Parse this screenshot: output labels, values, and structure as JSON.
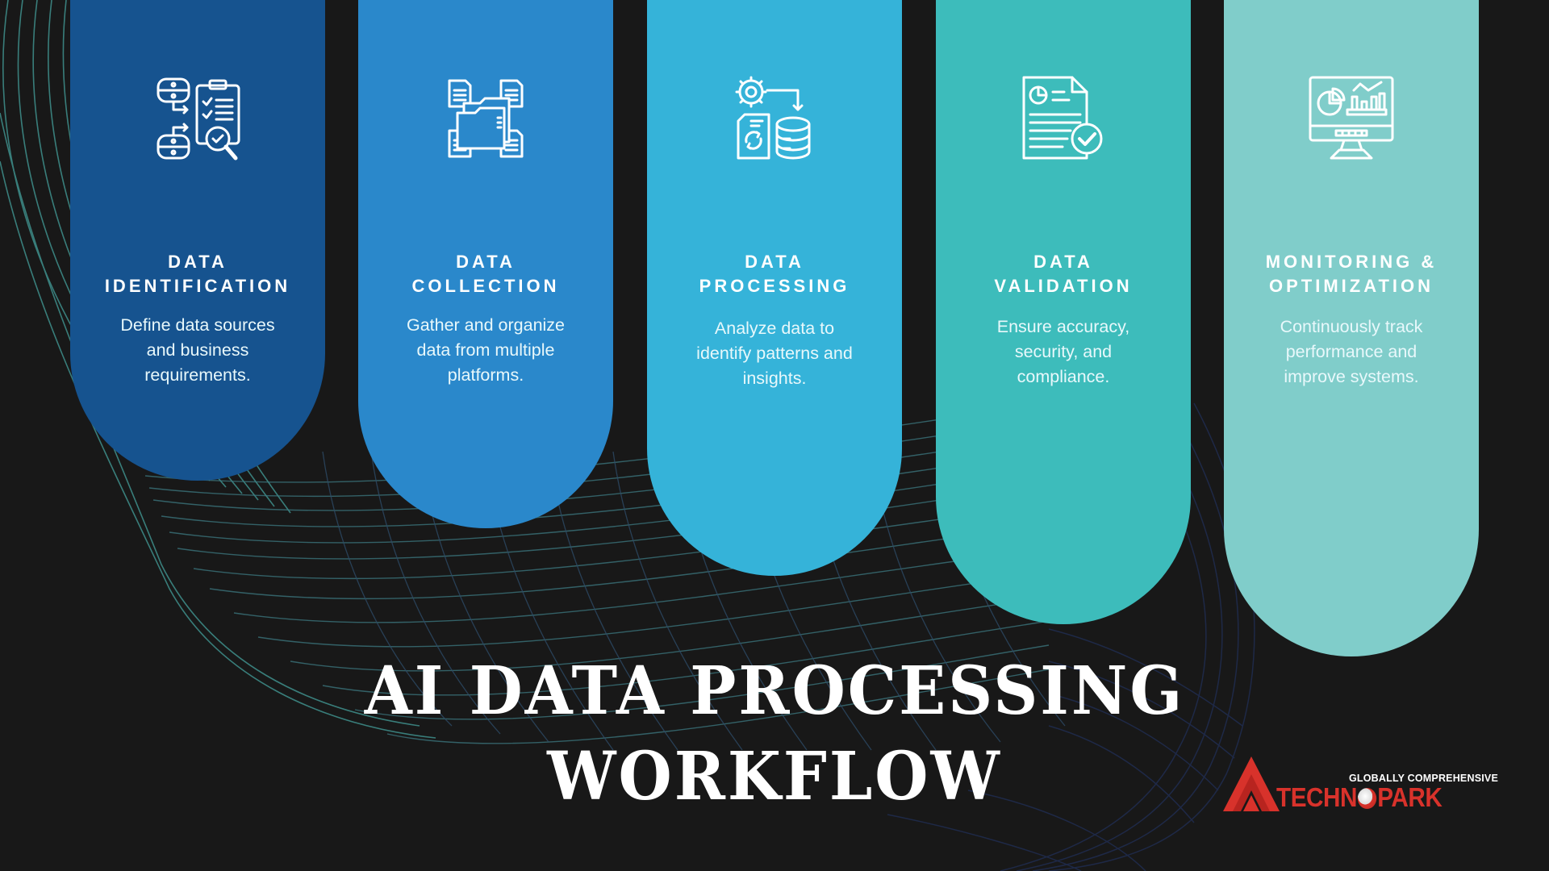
{
  "title": {
    "line1": "AI DATA PROCESSING",
    "line2": "WORKFLOW"
  },
  "columns": [
    {
      "icon": "database-checklist-search-icon",
      "color": "#16538f",
      "heading": [
        "DATA",
        "IDENTIFICATION"
      ],
      "description": [
        "Define data sources",
        "and business",
        "requirements."
      ]
    },
    {
      "icon": "folder-documents-network-icon",
      "color": "#2a88cb",
      "heading": [
        "DATA",
        "COLLECTION"
      ],
      "description": [
        "Gather and organize",
        "data from multiple",
        "platforms."
      ]
    },
    {
      "icon": "gear-document-database-icon",
      "color": "#35b3d9",
      "heading": [
        "DATA",
        "PROCESSING"
      ],
      "description": [
        "Analyze data to",
        "identify patterns and",
        "insights."
      ]
    },
    {
      "icon": "report-checkmark-icon",
      "color": "#3dbcbb",
      "heading": [
        "DATA",
        "VALIDATION"
      ],
      "description": [
        "Ensure accuracy,",
        "security, and",
        "compliance."
      ]
    },
    {
      "icon": "monitor-analytics-icon",
      "color": "#80cdca",
      "heading": [
        "MONITORING &",
        "OPTIMIZATION"
      ],
      "description": [
        "Continuously track",
        "performance and",
        "improve systems."
      ]
    }
  ],
  "logo": {
    "tagline": "GLOBALLY COMPREHENSIVE",
    "brand_before": "TECHN",
    "brand_after": "PARK",
    "color": "#d8322b"
  },
  "colors": {
    "background": "#181818",
    "wave_teal": "#3d8a86",
    "wave_navy": "#1f2a4a"
  }
}
